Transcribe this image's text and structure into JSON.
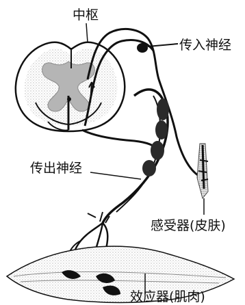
{
  "labels": {
    "center": "中枢",
    "afferent": "传入神经",
    "efferent": "传出神经",
    "receptor": "感受器(皮肤)",
    "effector": "效应器(肌肉)"
  },
  "colors": {
    "ink": "#111111",
    "gray_matter": "#b5b5b5",
    "muscle": "#d9d9d9"
  }
}
